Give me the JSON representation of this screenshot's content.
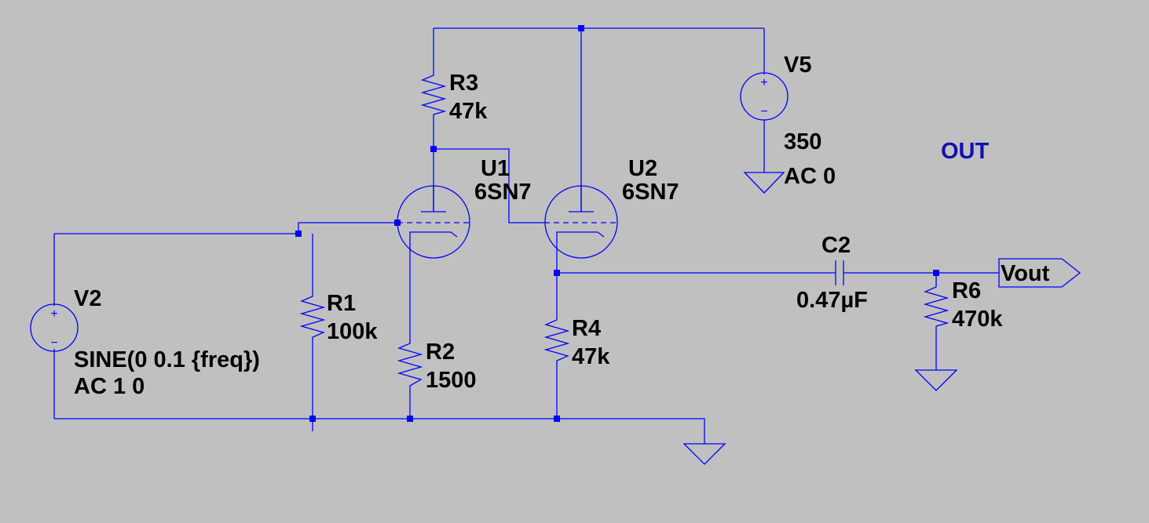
{
  "colors": {
    "background": "#c0c0c0",
    "wire": "#0000ff",
    "text": "#000000",
    "net_label": "#1010b0"
  },
  "components": {
    "v2": {
      "name": "V2",
      "value": "SINE(0 0.1 {freq})",
      "ac": "AC 1 0"
    },
    "v5": {
      "name": "V5",
      "value": "350",
      "ac": "AC 0"
    },
    "r1": {
      "name": "R1",
      "value": "100k"
    },
    "r2": {
      "name": "R2",
      "value": "1500"
    },
    "r3": {
      "name": "R3",
      "value": "47k"
    },
    "r4": {
      "name": "R4",
      "value": "47k"
    },
    "r6": {
      "name": "R6",
      "value": "470k"
    },
    "c2": {
      "name": "C2",
      "value": "0.47µF"
    },
    "u1": {
      "name": "U1",
      "model": "6SN7"
    },
    "u2": {
      "name": "U2",
      "model": "6SN7"
    }
  },
  "net_labels": {
    "out_text": "OUT",
    "vout": "Vout"
  },
  "source_polarity": {
    "plus": "+",
    "minus": "−"
  }
}
